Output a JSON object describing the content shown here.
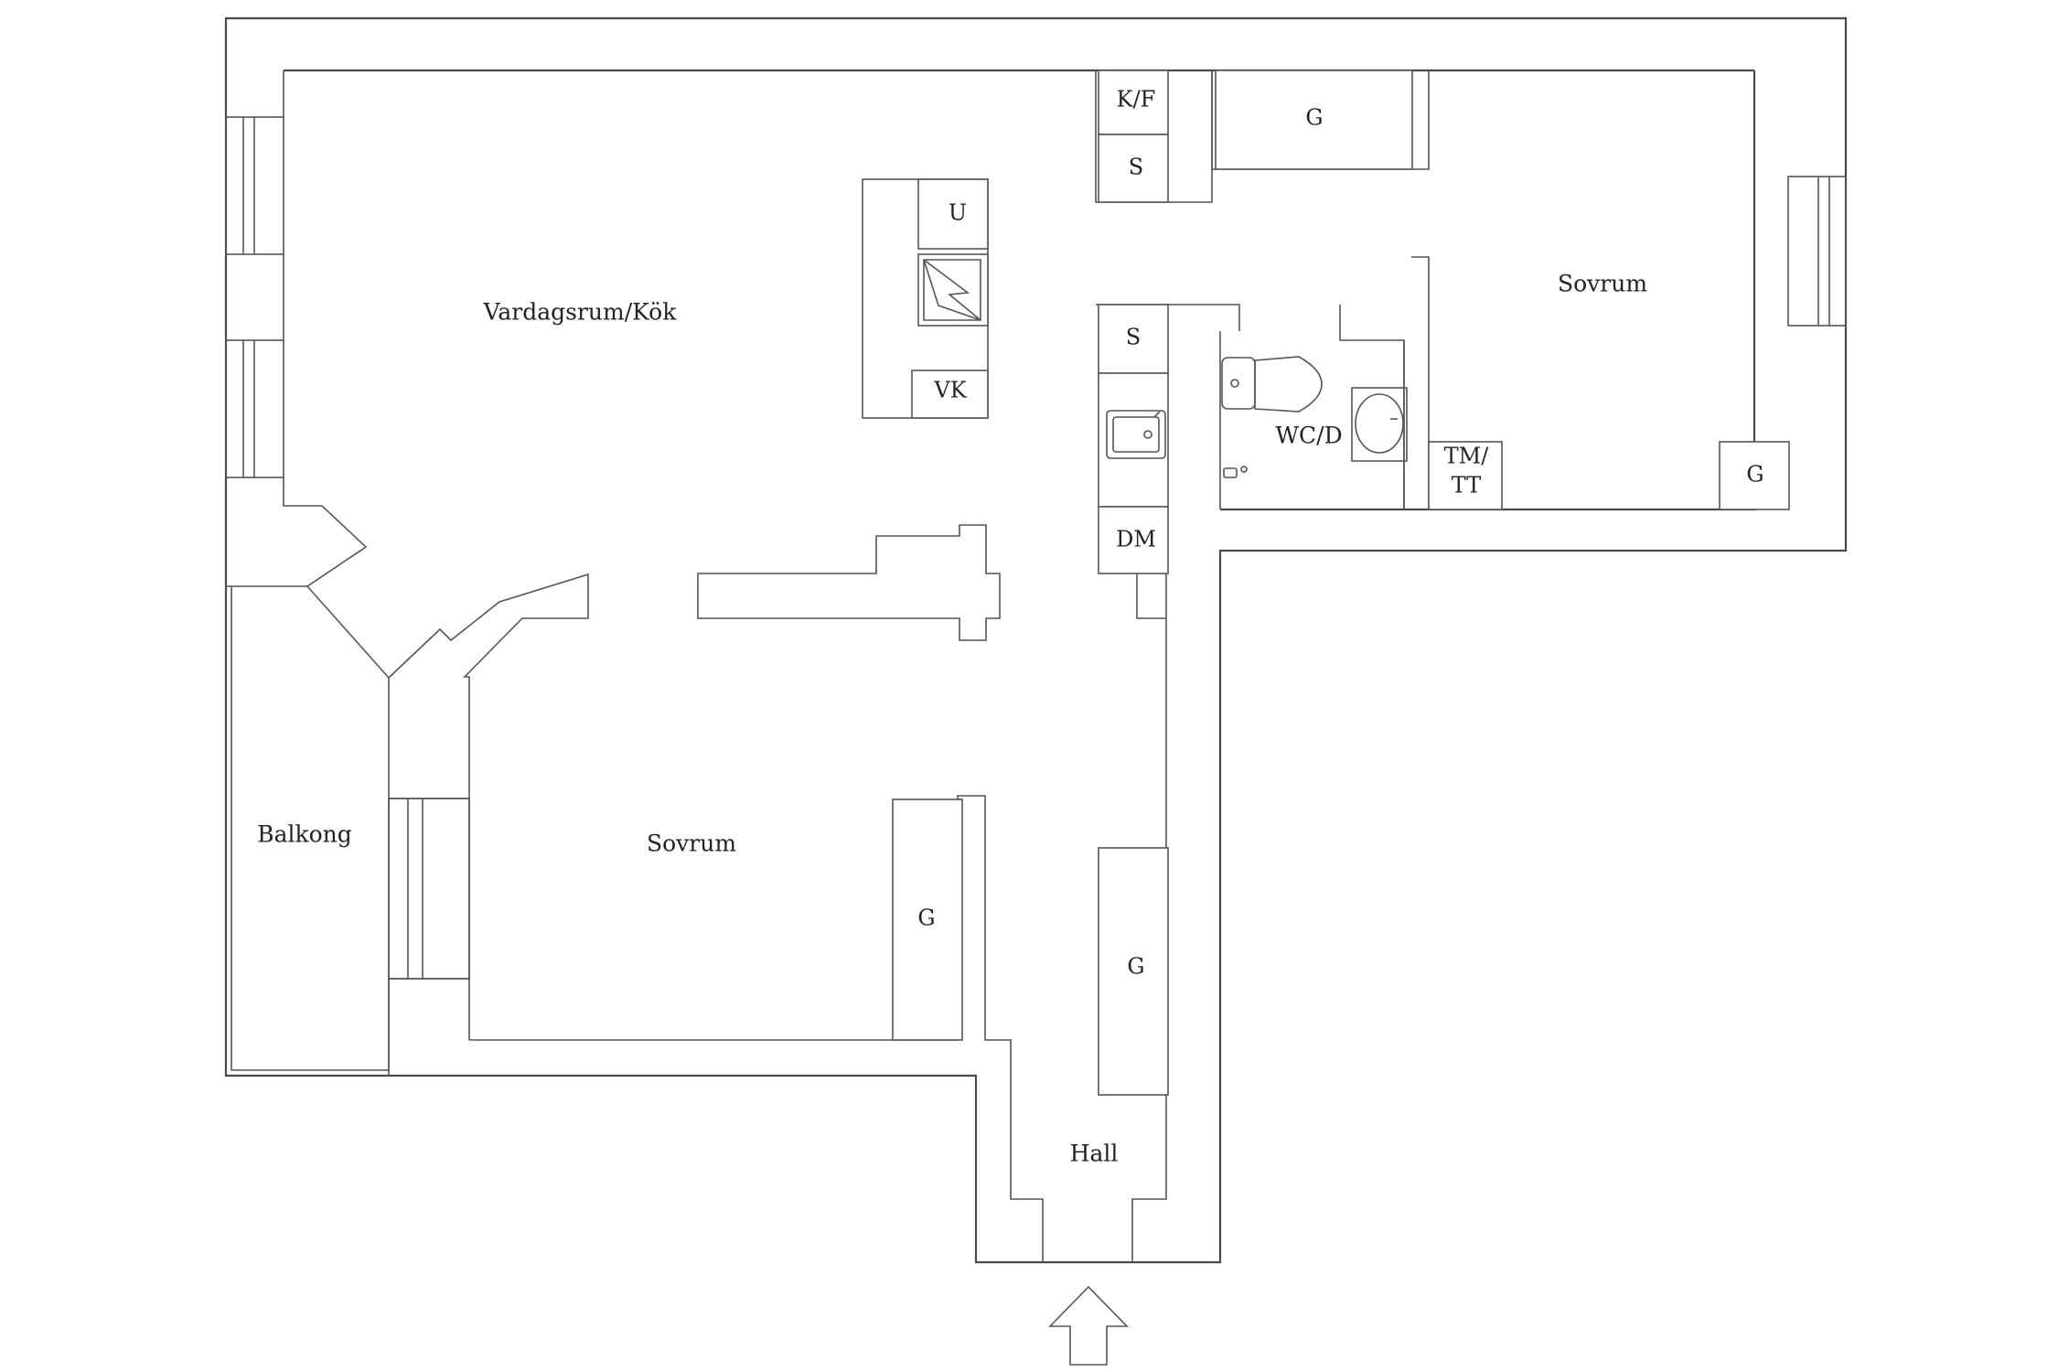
{
  "rooms": {
    "living_kitchen": "Vardagsrum/Kök",
    "bedroom_left": "Sovrum",
    "bedroom_right": "Sovrum",
    "balcony": "Balkong",
    "hall": "Hall",
    "bathroom": "WC/D"
  },
  "fixtures": {
    "fridge_freezer": "K/F",
    "cabinet_top": "S",
    "wardrobe_top": "G",
    "freezer_u": "U",
    "stove_vk": "VK",
    "cabinet_mid": "S",
    "dishwasher": "DM",
    "wardrobe_bedroom_left": "G",
    "wardrobe_hall": "G",
    "washer_dryer_line1": "TM/",
    "washer_dryer_line2": "TT",
    "wardrobe_bedroom_right": "G"
  }
}
